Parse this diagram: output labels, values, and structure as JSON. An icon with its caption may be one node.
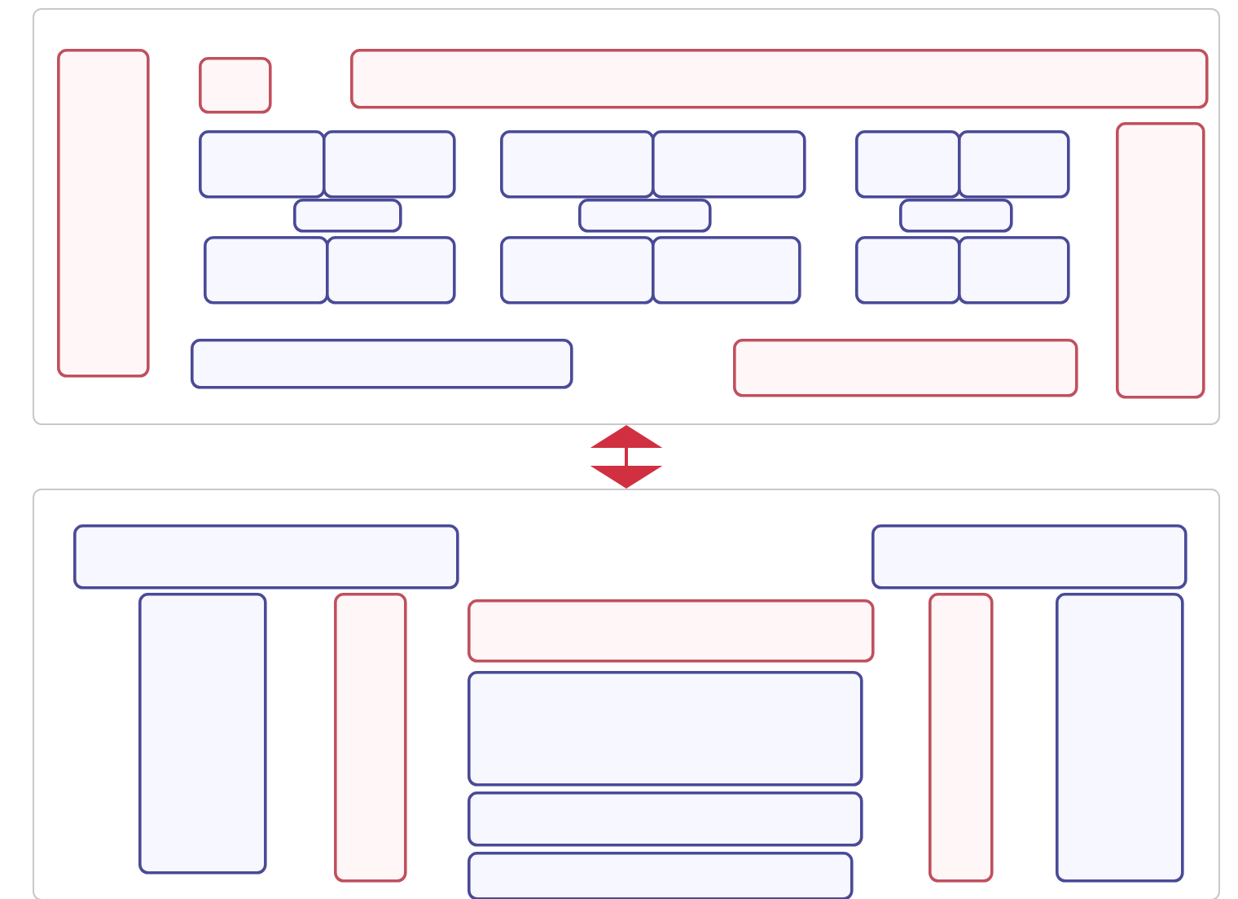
{
  "diagram": {
    "nodes": [
      {
        "text": [],
        "shape": "box"
      },
      {
        "text": [],
        "shape": "box",
        "in": 0
      },
      {
        "text": [],
        "shape": "box",
        "in": 0
      },
      {
        "text": [],
        "shape": "box",
        "in": 0
      },
      {
        "text": [],
        "shape": "box",
        "in": 0
      },
      {
        "text": [],
        "shape": "box",
        "in": 0
      },
      {
        "text": [],
        "shape": "box",
        "in": 0
      },
      {
        "text": [],
        "shape": "box",
        "in": 0
      },
      {
        "text": [],
        "shape": "box",
        "in": 0
      },
      {
        "text": [],
        "shape": "box",
        "in": 0
      },
      {
        "text": [],
        "shape": "box",
        "in": 0
      },
      {
        "text": [],
        "shape": "box",
        "in": 0
      },
      {
        "text": [],
        "shape": "box",
        "in": 0
      },
      {
        "text": [],
        "shape": "box",
        "in": 0
      },
      {
        "text": [],
        "shape": "box",
        "in": 0
      },
      {
        "text": [],
        "shape": "box",
        "in": 0
      },
      {
        "text": [],
        "shape": "box",
        "in": 0
      },
      {
        "text": [],
        "shape": "box",
        "in": 0
      },
      {
        "text": [],
        "shape": "box",
        "in": 0
      },
      {
        "text": [],
        "shape": "box",
        "in": 0
      },
      {
        "text": [],
        "shape": "box",
        "in": 0
      },
      {
        "text": [],
        "shape": "box",
        "in": 0
      },
      {
        "text": [],
        "shape": "box"
      },
      {
        "text": [],
        "shape": "box",
        "in": 22
      },
      {
        "text": [],
        "shape": "box",
        "in": 22
      },
      {
        "text": [],
        "shape": "box",
        "in": 22
      },
      {
        "text": [],
        "shape": "box",
        "in": 22
      },
      {
        "text": [],
        "shape": "box",
        "in": 22
      },
      {
        "text": [],
        "shape": "box",
        "in": 22
      },
      {
        "text": [],
        "shape": "box",
        "in": 22
      },
      {
        "text": [],
        "shape": "box",
        "in": 22
      },
      {
        "text": [],
        "shape": "box",
        "in": 22
      },
      {
        "text": [],
        "shape": "box",
        "in": 22
      }
    ],
    "edges": [
      {
        "from": 0,
        "to": 22,
        "arrow": "both"
      }
    ]
  }
}
